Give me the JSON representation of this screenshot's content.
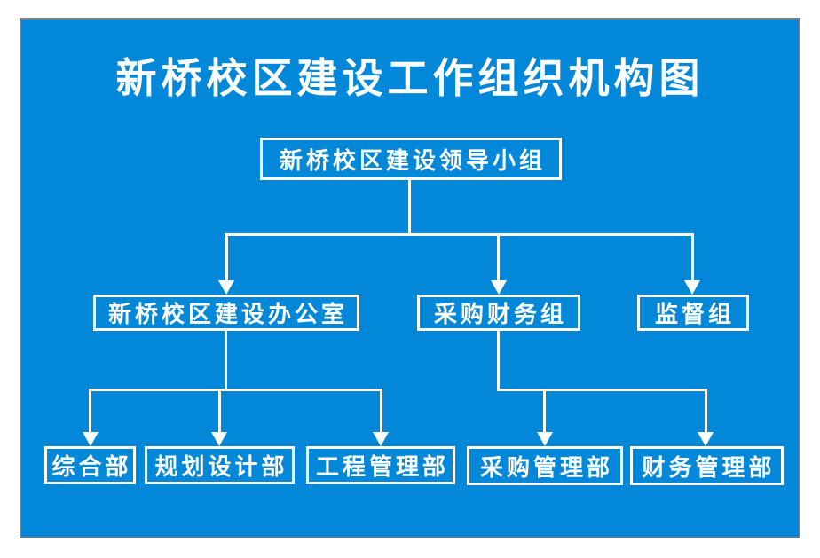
{
  "title": "新桥校区建设工作组织机构图",
  "tree": {
    "root": {
      "label": "新桥校区建设领导小组",
      "children": [
        {
          "label": "新桥校区建设办公室",
          "children": [
            {
              "label": "综合部"
            },
            {
              "label": "规划设计部"
            },
            {
              "label": "工程管理部"
            }
          ]
        },
        {
          "label": "采购财务组",
          "children": [
            {
              "label": "采购管理部"
            },
            {
              "label": "财务管理部"
            }
          ]
        },
        {
          "label": "监督组",
          "children": []
        }
      ]
    }
  },
  "colors": {
    "board_background": "#0388d9",
    "board_frame": "#7f7f7f",
    "line": "#ffffff",
    "text": "#ffffff"
  }
}
